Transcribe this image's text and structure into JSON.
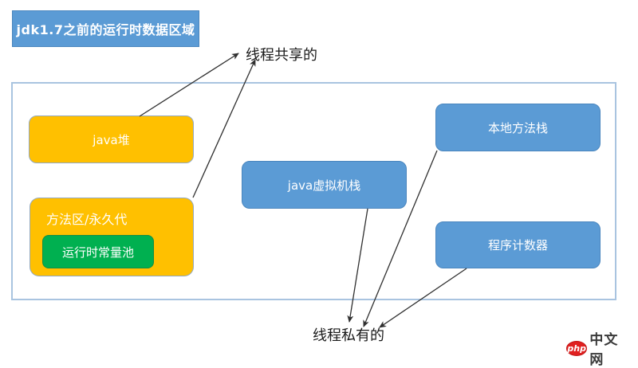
{
  "title": {
    "label": "jdk1.7之前的运行时数据区域",
    "bg_color": "#5B9BD5",
    "text_color": "#ffffff"
  },
  "annotations": {
    "thread_shared": "线程共享的",
    "thread_private": "线程私有的"
  },
  "nodes": {
    "java_heap": {
      "label": "java堆",
      "color": "#FFC000"
    },
    "method_area": {
      "label": "方法区/永久代",
      "color": "#FFC000"
    },
    "runtime_constant_pool": {
      "label": "运行时常量池",
      "color": "#00B050"
    },
    "jvm_stack": {
      "label": "java虚拟机栈",
      "color": "#5B9BD5"
    },
    "native_method_stack": {
      "label": "本地方法栈",
      "color": "#5B9BD5"
    },
    "program_counter": {
      "label": "程序计数器",
      "color": "#5B9BD5"
    }
  },
  "connections": [
    {
      "from": "java_heap",
      "to": "thread_shared_label"
    },
    {
      "from": "method_area",
      "to": "thread_shared_label"
    },
    {
      "from": "jvm_stack",
      "to": "thread_private_label"
    },
    {
      "from": "native_method_stack",
      "to": "thread_private_label"
    },
    {
      "from": "program_counter",
      "to": "thread_private_label"
    }
  ],
  "colors": {
    "container_border": "#A9C4E0",
    "arrow": "#303030",
    "orange_node": "#FFC000",
    "blue_node": "#5B9BD5",
    "green_node": "#00B050",
    "logo_red": "#E02020"
  },
  "watermark": {
    "logo_text": "php",
    "site_text": "中文网"
  }
}
